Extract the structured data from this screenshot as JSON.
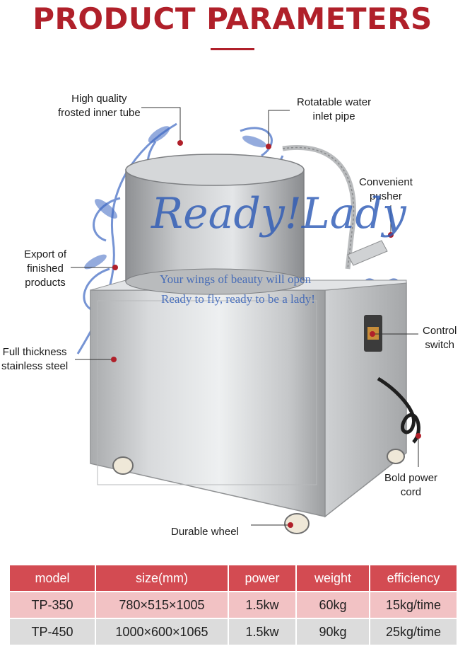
{
  "header": {
    "title": "PRODUCT PARAMETERS"
  },
  "callouts": {
    "inner_tube": [
      "High quality",
      "frosted inner tube"
    ],
    "water_pipe": [
      "Rotatable water",
      "inlet pipe"
    ],
    "pusher": [
      "Convenient",
      "pusher"
    ],
    "export": [
      "Export of",
      "finished",
      "products"
    ],
    "switch": [
      "Control",
      "switch"
    ],
    "steel": [
      "Full thickness",
      "stainless steel"
    ],
    "power_cord": [
      "Bold power",
      "cord"
    ],
    "wheel": [
      "Durable wheel"
    ]
  },
  "watermark": {
    "brand": "Ready!Lady",
    "line1": "Your wings of beauty will open",
    "line2": "Ready to fly, ready to be a lady!"
  },
  "colors": {
    "accent": "#b0202a",
    "table_header": "#d34b52",
    "row_pink": "#f2c2c4",
    "row_gray": "#dcdcdc",
    "watermark_blue": "#2e5bb6"
  },
  "spec_table": {
    "headers": [
      "model",
      "size(mm)",
      "power",
      "weight",
      "efficiency"
    ],
    "rows": [
      [
        "TP-350",
        "780×515×1005",
        "1.5kw",
        "60kg",
        "15kg/time"
      ],
      [
        "TP-450",
        "1000×600×1065",
        "1.5kw",
        "90kg",
        "25kg/time"
      ]
    ]
  }
}
